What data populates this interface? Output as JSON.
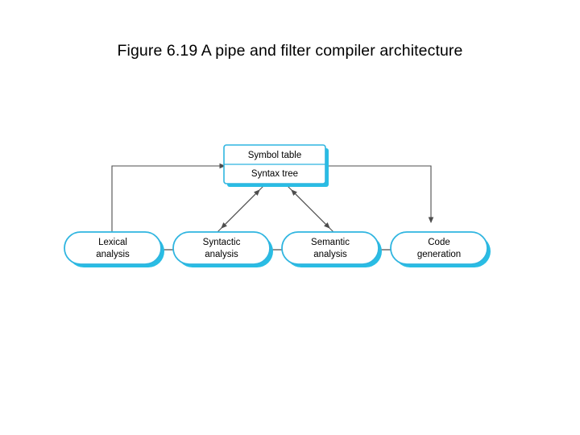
{
  "slide": {
    "title": "Figure 6.19 A pipe and filter compiler architecture",
    "background_color": "#ffffff"
  },
  "diagram": {
    "type": "pipe-and-filter-architecture",
    "colors": {
      "node_fill": "#ffffff",
      "node_stroke": "#2fb5e0",
      "node_shadow": "#29bde4",
      "arrow_stroke": "#4d4d4d",
      "text": "#000000"
    },
    "repository": {
      "name": "symbol-table-node",
      "line1": "Symbol table",
      "line2": "Syntax tree"
    },
    "stages": [
      {
        "name": "lexical-analysis-node",
        "line1": "Lexical",
        "line2": "analysis"
      },
      {
        "name": "syntactic-analysis-node",
        "line1": "Syntactic",
        "line2": "analysis"
      },
      {
        "name": "semantic-analysis-node",
        "line1": "Semantic",
        "line2": "analysis"
      },
      {
        "name": "code-generation-node",
        "line1": "Code",
        "line2": "generation"
      }
    ]
  }
}
